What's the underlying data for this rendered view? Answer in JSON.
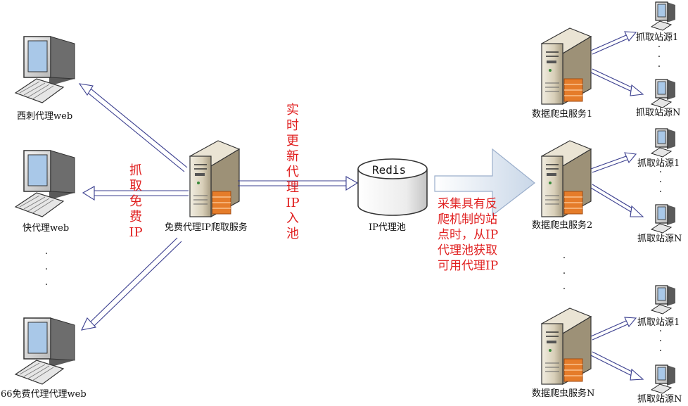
{
  "sources": {
    "xici": "西刺代理web",
    "kuai": "快代理web",
    "sixsix": "66免费代理代理web"
  },
  "crawl_service": "免费代理IP爬取服务",
  "crawl_free_ip": "抓取免费IP",
  "realtime_update": "实时更新代理IP入池",
  "redis_label": "Redis",
  "pool_label": "IP代理池",
  "fetch_note": [
    "采集具有反",
    "爬机制的站",
    "点时，从IP",
    "代理池获取",
    "可用代理IP"
  ],
  "services": [
    "数据爬虫服务1",
    "数据爬虫服务2",
    "数据爬虫服务N"
  ],
  "target_first": "抓取站源1",
  "target_last": "抓取站源N",
  "ellipsis": "·",
  "colors": {
    "annotation": "#e02020",
    "arrow": "#3b3f8f",
    "server_body": "#d9d2bf",
    "screen": "#a9c8e8",
    "big_arrow": "#dde7f2"
  }
}
